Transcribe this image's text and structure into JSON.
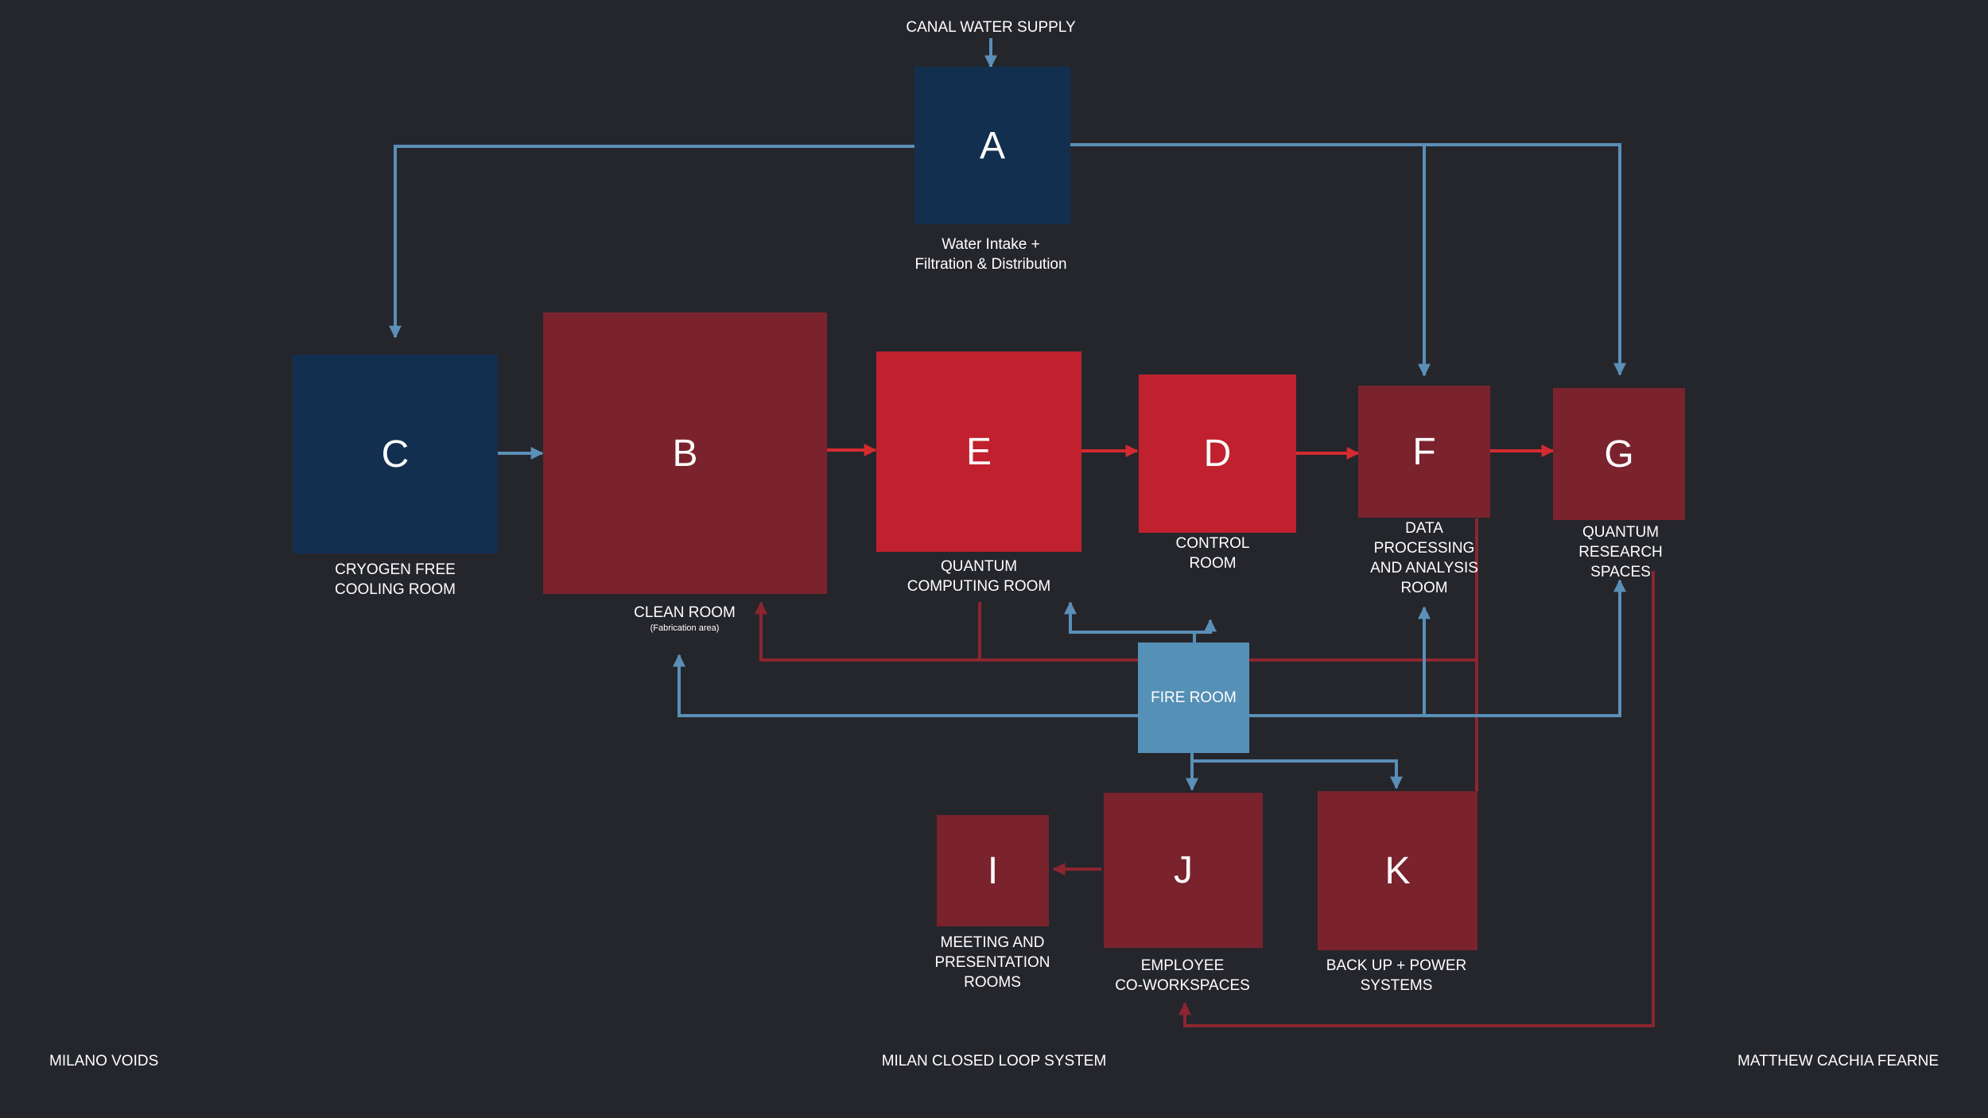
{
  "colors": {
    "background": "#25262c",
    "water_blue": "#5a8fb7",
    "dark_blue": "#132f4f",
    "dark_red": "#7a232d",
    "bright_red": "#c1212e",
    "fire_blue": "#5590b6",
    "line_dark_red": "#8c2530",
    "arrow_red": "#d62a31"
  },
  "header": {
    "source": "CANAL WATER SUPPLY"
  },
  "nodes": {
    "a": {
      "letter": "A",
      "label": "Water Intake +\nFiltration & Distribution"
    },
    "b": {
      "letter": "B",
      "label": "CLEAN ROOM",
      "sublabel": "(Fabrication area)"
    },
    "c": {
      "letter": "C",
      "label": "CRYOGEN FREE\nCOOLING ROOM"
    },
    "d": {
      "letter": "D",
      "label": "CONTROL\nROOM"
    },
    "e": {
      "letter": "E",
      "label": "QUANTUM\nCOMPUTING ROOM"
    },
    "f": {
      "letter": "F",
      "label": "DATA\nPROCESSING\nAND ANALYSIS\nROOM"
    },
    "g": {
      "letter": "G",
      "label": "QUANTUM\nRESEARCH\nSPACES"
    },
    "fire": {
      "label": "FIRE ROOM"
    },
    "i": {
      "letter": "I",
      "label": "MEETING AND\nPRESENTATION\nROOMS"
    },
    "j": {
      "letter": "J",
      "label": "EMPLOYEE\nCO-WORKSPACES"
    },
    "k": {
      "letter": "K",
      "label": "BACK UP + POWER\nSYSTEMS"
    }
  },
  "footer": {
    "left": "MILANO VOIDS",
    "center": "MILAN CLOSED LOOP SYSTEM",
    "right": "MATTHEW CACHIA FEARNE"
  }
}
